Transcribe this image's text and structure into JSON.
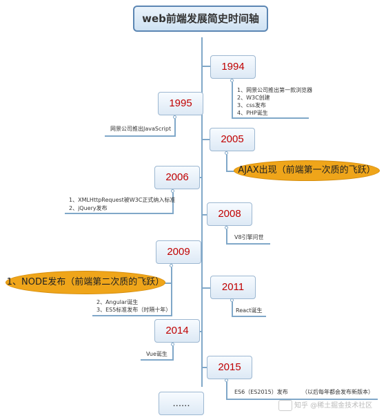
{
  "title": "web前端发展简史时间轴",
  "years": [
    "1994",
    "1995",
    "2005",
    "2006",
    "2008",
    "2009",
    "2011",
    "2014",
    "2015",
    "......"
  ],
  "notes": {
    "y1994": [
      "1、网景公司推出第一款浏览器",
      "2、W3C创建",
      "3、css发布",
      "4、PHP诞生"
    ],
    "y1995": "网景公司推出JavaScript",
    "y2006": [
      "1、XMLHttpRequest被W3C正式纳入标准",
      "2、jQuery发布"
    ],
    "y2008": "V8引擎问世",
    "y2009": [
      "2、Angular诞生",
      "3、ES5标准发布（时隔十年）"
    ],
    "y2011": "React诞生",
    "y2014": "Vue诞生",
    "y2015": "ES6（ES2015）发布        （以后每年都会发布新版本）"
  },
  "highlights": {
    "ajax": "AJAX出现（前端第一次质的飞跃）",
    "node": "1、NODE发布（前端第二次质的飞跃）"
  },
  "watermark": "知乎 @稀土掘金技术社区"
}
